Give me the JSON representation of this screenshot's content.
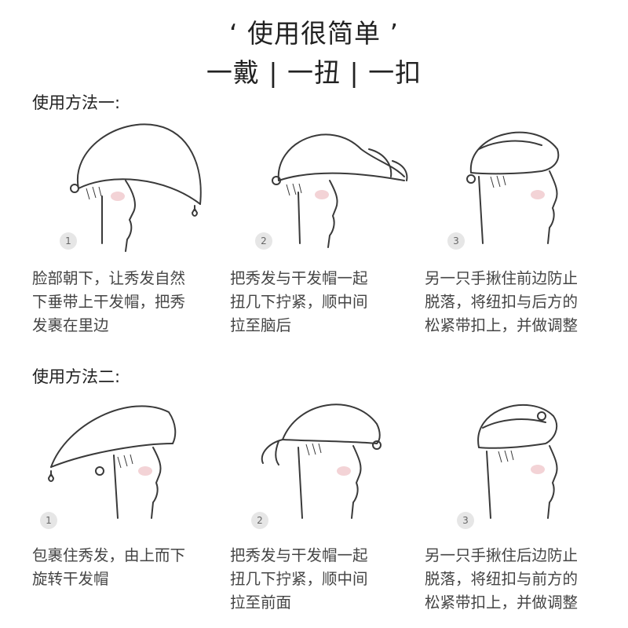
{
  "header": {
    "title": "‘ 使用很简单 ’",
    "subtitle": "一戴 | 一扭 | 一扣"
  },
  "methods": [
    {
      "heading": "使用方法一:",
      "steps": [
        {
          "number": "1",
          "text": "脸部朝下，让秀发自然\n下垂带上干发帽，把秀\n发裹在里边"
        },
        {
          "number": "2",
          "text": "把秀发与干发帽一起\n扭几下拧紧，顺中间\n拉至脑后"
        },
        {
          "number": "3",
          "text": "另一只手揪住前边防止\n脱落，将纽扣与后方的\n松紧带扣上，并做调整"
        }
      ]
    },
    {
      "heading": "使用方法二:",
      "steps": [
        {
          "number": "1",
          "text": "包裹住秀发，由上而下\n旋转干发帽"
        },
        {
          "number": "2",
          "text": "把秀发与干发帽一起\n扭几下拧紧，顺中间\n拉至前面"
        },
        {
          "number": "3",
          "text": "另一只手揪住后边防止\n脱落，将纽扣与前方的\n松紧带扣上，并做调整"
        }
      ]
    }
  ],
  "colors": {
    "blush": "#f3d3d6",
    "step_badge": "#e6e6e6"
  }
}
